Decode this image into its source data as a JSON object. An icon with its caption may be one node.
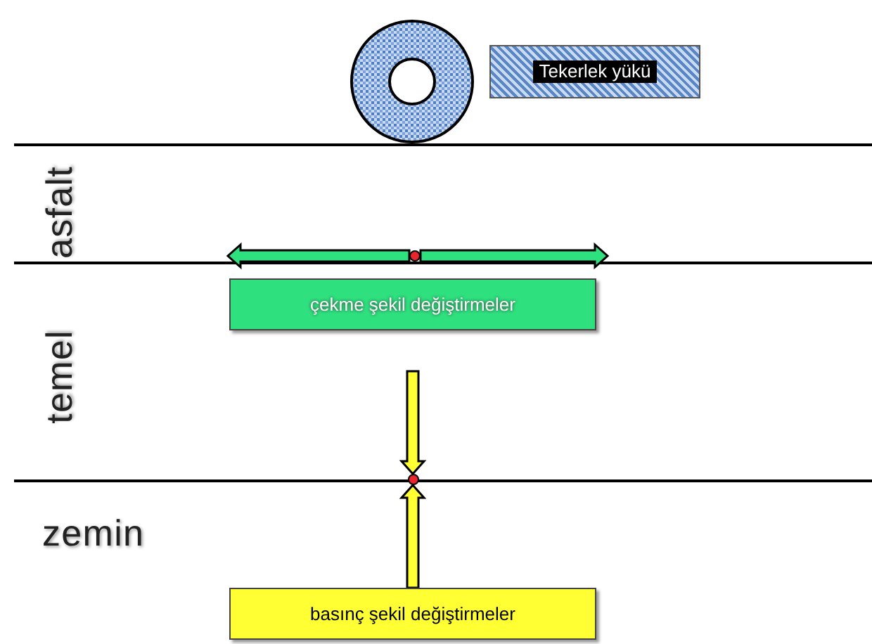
{
  "diagram": {
    "nodes": [
      {
        "text": [
          "Tekerlek yükü"
        ]
      },
      {
        "text": [
          "çekme şekil değiştirmeler"
        ]
      },
      {
        "text": [],
        "shape": "circle"
      },
      {
        "text": [],
        "shape": "circle"
      },
      {
        "text": [
          "basınç şekil değiştirmeler"
        ]
      }
    ],
    "edges": [
      {
        "from": 2,
        "to": null,
        "arrow": "to",
        "color": "#2ee07e"
      },
      {
        "from": 2,
        "to": null,
        "arrow": "to",
        "color": "#2ee07e"
      },
      {
        "from": null,
        "to": 3,
        "arrow": "to",
        "color": "#ffff33"
      },
      {
        "from": 4,
        "to": 3,
        "arrow": "to",
        "color": "#ffff33"
      }
    ],
    "labels": [
      "asfalt",
      "temel",
      "zemin"
    ]
  }
}
